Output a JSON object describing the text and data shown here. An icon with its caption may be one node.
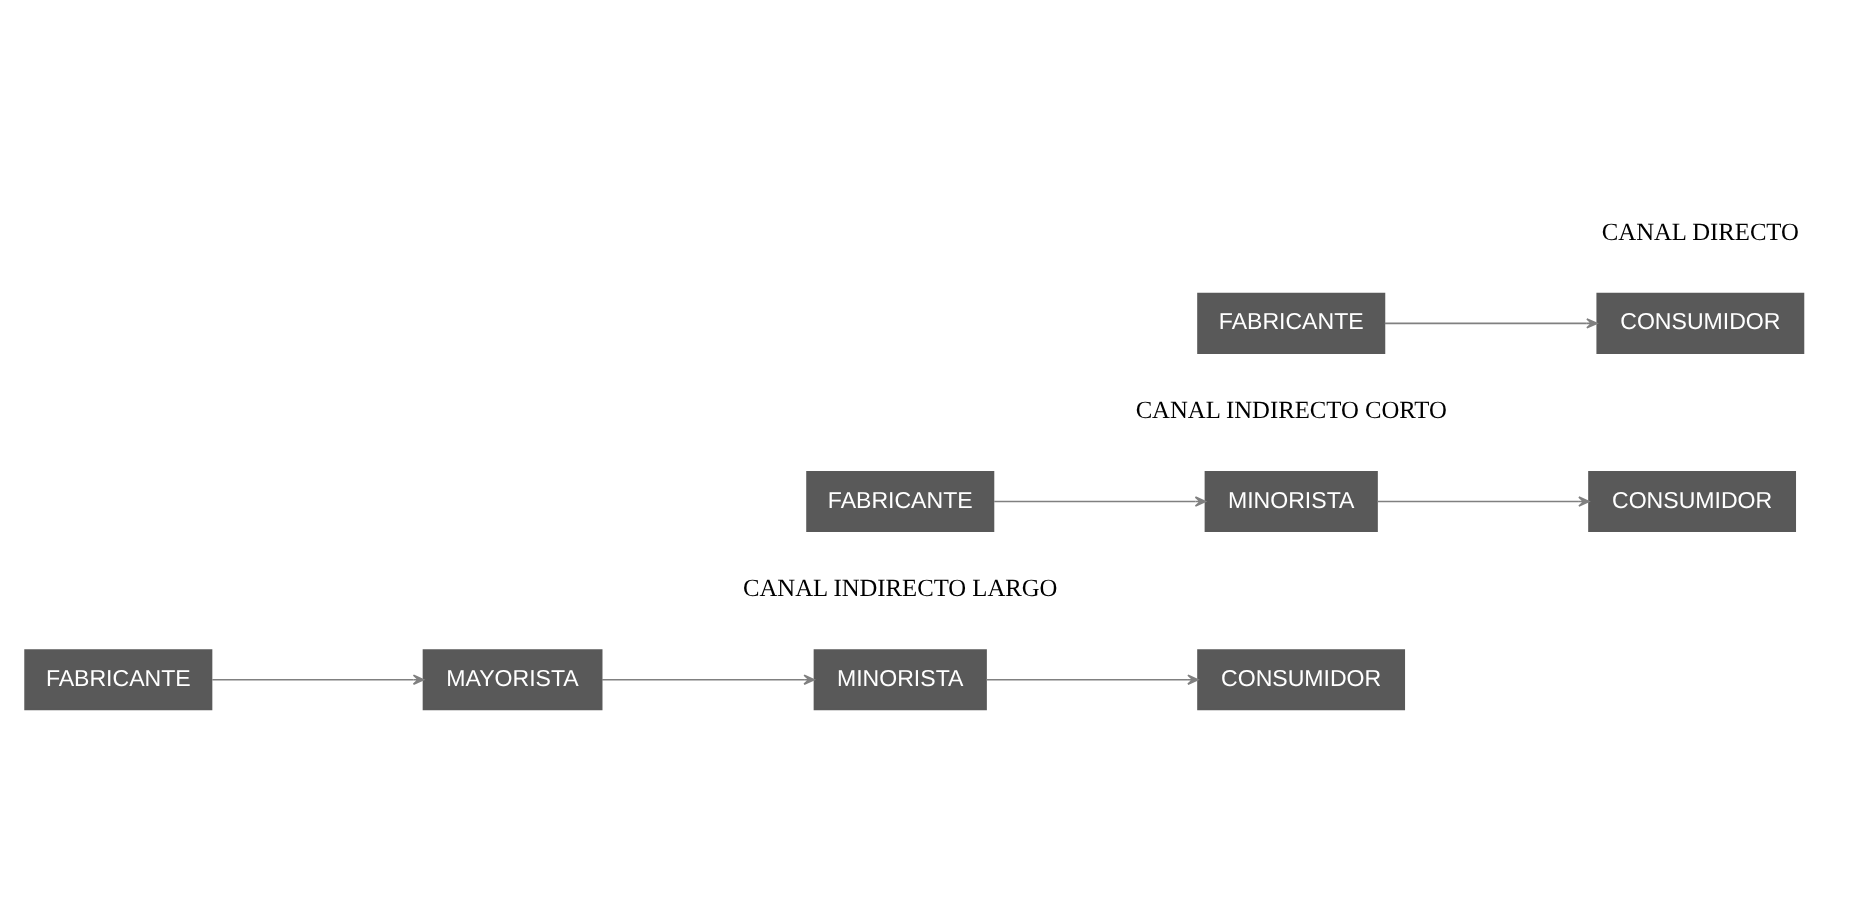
{
  "diagram": {
    "nodes": [
      {
        "text": [
          "FABRICANTE"
        ]
      },
      {
        "text": [
          "CONSUMIDOR"
        ]
      },
      {
        "text": [
          "FABRICANTE"
        ]
      },
      {
        "text": [
          "MINORISTA"
        ]
      },
      {
        "text": [
          "CONSUMIDOR"
        ]
      },
      {
        "text": [
          "FABRICANTE"
        ]
      },
      {
        "text": [
          "MAYORISTA"
        ]
      },
      {
        "text": [
          "MINORISTA"
        ]
      },
      {
        "text": [
          "CONSUMIDOR"
        ]
      }
    ],
    "edges": [
      {
        "from": 0,
        "to": 1,
        "arrow": "to"
      },
      {
        "from": 2,
        "to": 3,
        "arrow": "to"
      },
      {
        "from": 3,
        "to": 4,
        "arrow": "to"
      },
      {
        "from": 5,
        "to": 6,
        "arrow": "to"
      },
      {
        "from": 6,
        "to": 7,
        "arrow": "to"
      },
      {
        "from": 7,
        "to": 8,
        "arrow": "to"
      }
    ],
    "labels": [
      "CANAL DIRECTO",
      "CANAL INDIRECTO CORTO",
      "CANAL INDIRECTO LARGO"
    ]
  }
}
